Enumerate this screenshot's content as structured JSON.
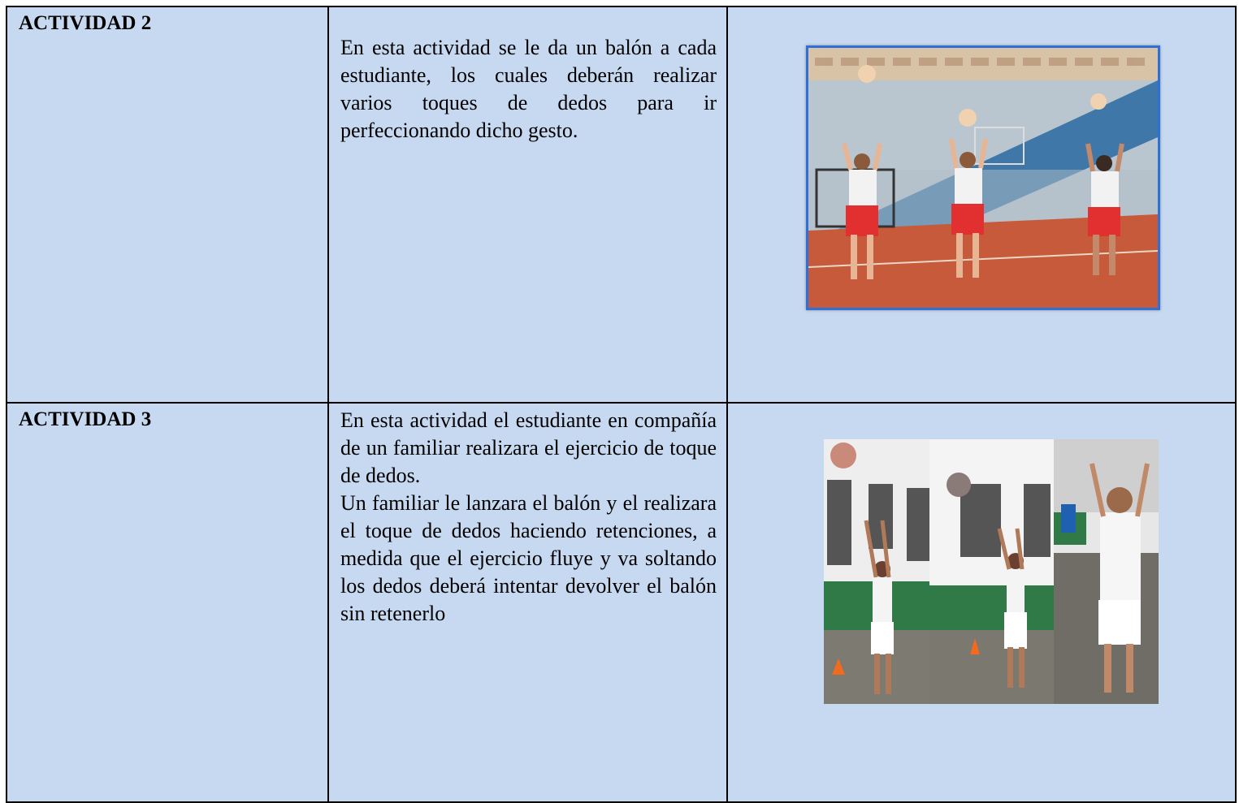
{
  "rows": [
    {
      "title": "ACTIVIDAD 2",
      "paragraphs": [
        "En esta actividad se le da un balón a cada estudiante, los cuales deberán realizar varios toques de dedos para ir perfeccionando dicho gesto."
      ],
      "image_alt": "Tres estudiantes en cancha realizando toque de dedos con balón"
    },
    {
      "title": "ACTIVIDAD 3",
      "paragraphs": [
        "En esta actividad el estudiante en compañía de un familiar realizara el ejercicio de toque de dedos.",
        "Un familiar le lanzara el balón y el realizara el toque de dedos haciendo retenciones, a medida que el ejercicio fluye y va soltando los dedos deberá intentar devolver el balón sin retenerlo"
      ],
      "image_alt": "Collage de un estudiante realizando toque de dedos en patio"
    }
  ]
}
